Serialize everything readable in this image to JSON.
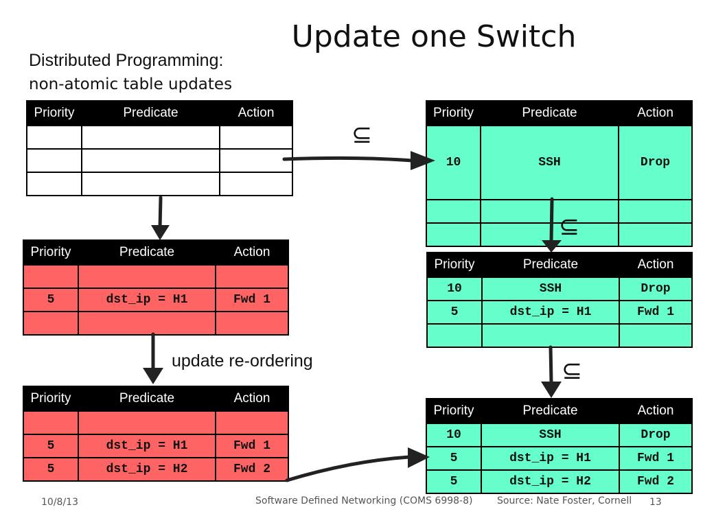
{
  "title": "Update one Switch",
  "subtitle_line1": "Distributed Programming:",
  "subtitle_line2": "non-atomic table updates",
  "note": "update re-ordering",
  "subset_symbol": "⊆",
  "headers": {
    "priority": "Priority",
    "predicate": "Predicate",
    "action": "Action"
  },
  "tables": {
    "empty": {
      "rows": [
        [
          "",
          "",
          ""
        ],
        [
          "",
          "",
          ""
        ],
        [
          "",
          "",
          ""
        ]
      ]
    },
    "red_one": {
      "rows": [
        [
          "",
          "",
          ""
        ],
        [
          "5",
          "dst_ip = H1",
          "Fwd 1"
        ],
        [
          "",
          "",
          ""
        ]
      ]
    },
    "red_two": {
      "rows": [
        [
          "",
          "",
          ""
        ],
        [
          "5",
          "dst_ip = H1",
          "Fwd 1"
        ],
        [
          "5",
          "dst_ip = H2",
          "Fwd 2"
        ]
      ]
    },
    "green_ssh": {
      "rows": [
        [
          "10",
          "SSH",
          "Drop"
        ],
        [
          "",
          "",
          ""
        ],
        [
          "",
          "",
          ""
        ]
      ]
    },
    "green_mid": {
      "rows": [
        [
          "10",
          "SSH",
          "Drop"
        ],
        [
          "5",
          "dst_ip = H1",
          "Fwd 1"
        ],
        [
          "",
          "",
          ""
        ]
      ]
    },
    "green_final": {
      "rows": [
        [
          "10",
          "SSH",
          "Drop"
        ],
        [
          "5",
          "dst_ip = H1",
          "Fwd 1"
        ],
        [
          "5",
          "dst_ip = H2",
          "Fwd 2"
        ]
      ]
    }
  },
  "footer": {
    "date": "10/8/13",
    "course": "Software Defined Networking (COMS 6998-8)",
    "source": "Source: Nate Foster, Cornell",
    "page": "13"
  }
}
